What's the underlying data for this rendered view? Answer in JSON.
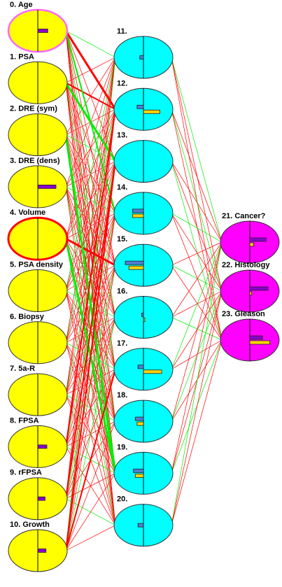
{
  "colors": {
    "input": "#ffff00",
    "hidden": "#00ffff",
    "output": "#ff00ff",
    "positive_weight": "#ff0000",
    "negative_weight": "#00ee00",
    "bar_purple": "#8c00cc",
    "bar_yellow": "#ffd400",
    "bar_blue": "#4f7fd6",
    "age_border": "#ff66ff",
    "volume_border": "#ff0000"
  },
  "layers": {
    "input": [
      {
        "label": "0. Age",
        "bars": [
          {
            "color": "purple",
            "value": 0.55
          }
        ]
      },
      {
        "label": "1. PSA",
        "bars": []
      },
      {
        "label": "2. DRE (sym)",
        "bars": []
      },
      {
        "label": "3. DRE (dens)",
        "bars": [
          {
            "color": "purple",
            "value": 1.0
          }
        ]
      },
      {
        "label": "4. Volume",
        "bars": []
      },
      {
        "label": "5. PSA density",
        "bars": []
      },
      {
        "label": "6. Biopsy",
        "bars": []
      },
      {
        "label": "7. 5a-R",
        "bars": []
      },
      {
        "label": "8. FPSA",
        "bars": [
          {
            "color": "purple",
            "value": 0.5
          }
        ]
      },
      {
        "label": "9. rFPSA",
        "bars": [
          {
            "color": "purple",
            "value": 0.4
          }
        ]
      },
      {
        "label": "10. Growth",
        "bars": [
          {
            "color": "purple",
            "value": 0.45
          }
        ]
      }
    ],
    "hidden": [
      {
        "label": "11.",
        "bars": [
          {
            "color": "blue",
            "value": -0.2
          }
        ]
      },
      {
        "label": "12.",
        "bars": [
          {
            "color": "blue",
            "value": -0.35
          },
          {
            "color": "yellow",
            "value": 0.9
          }
        ]
      },
      {
        "label": "13.",
        "bars": []
      },
      {
        "label": "14.",
        "bars": [
          {
            "color": "blue",
            "value": -0.6
          },
          {
            "color": "yellow",
            "value": -0.6
          }
        ]
      },
      {
        "label": "15.",
        "bars": [
          {
            "color": "blue",
            "value": -1.0
          },
          {
            "color": "yellow",
            "value": -0.8
          }
        ]
      },
      {
        "label": "16.",
        "bars": [
          {
            "color": "blue",
            "value": -0.1
          },
          {
            "color": "yellow",
            "value": 0.05
          }
        ]
      },
      {
        "label": "17.",
        "bars": [
          {
            "color": "blue",
            "value": -0.3
          },
          {
            "color": "yellow",
            "value": 1.0
          }
        ]
      },
      {
        "label": "18.",
        "bars": [
          {
            "color": "blue",
            "value": -0.45
          },
          {
            "color": "yellow",
            "value": -0.35
          }
        ]
      },
      {
        "label": "19.",
        "bars": [
          {
            "color": "blue",
            "value": -0.55
          },
          {
            "color": "yellow",
            "value": -0.45
          }
        ]
      },
      {
        "label": "20.",
        "bars": [
          {
            "color": "blue",
            "value": -0.3
          }
        ]
      }
    ],
    "output": [
      {
        "label": "21. Cancer?",
        "bars": [
          {
            "color": "purple",
            "value": 0.9
          },
          {
            "color": "yellow",
            "value": 0.2
          }
        ]
      },
      {
        "label": "22. Histology",
        "bars": [
          {
            "color": "purple",
            "value": 1.0
          },
          {
            "color": "yellow",
            "value": 0.1
          }
        ]
      },
      {
        "label": "23. Gleason",
        "bars": [
          {
            "color": "purple",
            "value": 0.7
          },
          {
            "color": "yellow",
            "value": 1.1
          }
        ]
      }
    ]
  }
}
